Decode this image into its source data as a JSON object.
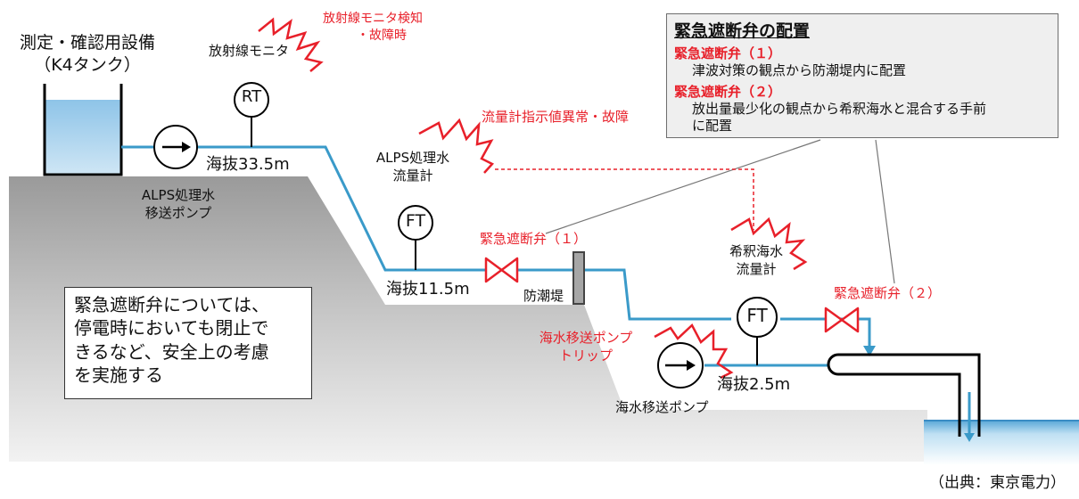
{
  "tank": {
    "title": "測定・確認用設備",
    "subtitle": "（K4タンク）"
  },
  "labels": {
    "rad_monitor": "放射線モニタ",
    "rt": "RT",
    "elev_high": "海抜33.5m",
    "alps_pump": [
      "ALPS処理水",
      "移送ポンプ"
    ],
    "alps_flowmeter": [
      "ALPS処理水",
      "流量計"
    ],
    "ft": "FT",
    "elev_mid": "海抜11.5m",
    "seawall": "防潮堤",
    "valve1": "緊急遮断弁（１）",
    "dilution_flowmeter": [
      "希釈海水",
      "流量計"
    ],
    "valve2": "緊急遮断弁（２）",
    "sw_pump": "海水移送ポンプ",
    "elev_low": "海抜2.5m",
    "source": "（出典：東京電力）"
  },
  "alerts": {
    "rad_monitor": [
      "放射線モニタ検知",
      "・故障時"
    ],
    "flowmeter": "流量計指示値異常・故障",
    "sw_pump": [
      "海水移送ポンプ",
      "トリップ"
    ]
  },
  "info_box": {
    "title": "緊急遮断弁の配置",
    "items": [
      {
        "heading": "緊急遮断弁（１）",
        "body": [
          "津波対策の観点から防潮堤内に配置"
        ]
      },
      {
        "heading": "緊急遮断弁（２）",
        "body": [
          "放出量最少化の観点から希釈海水と混合する手前",
          "に配置"
        ]
      }
    ]
  },
  "note": [
    "緊急遮断弁については、",
    "停電時においても閉止で",
    "きるなど、安全上の考慮",
    "を実施する"
  ],
  "colors": {
    "pipe": "#3a9ac9",
    "alert": "#e8202a",
    "water": "#a9d4ee",
    "ground": "#b5b5b5"
  }
}
